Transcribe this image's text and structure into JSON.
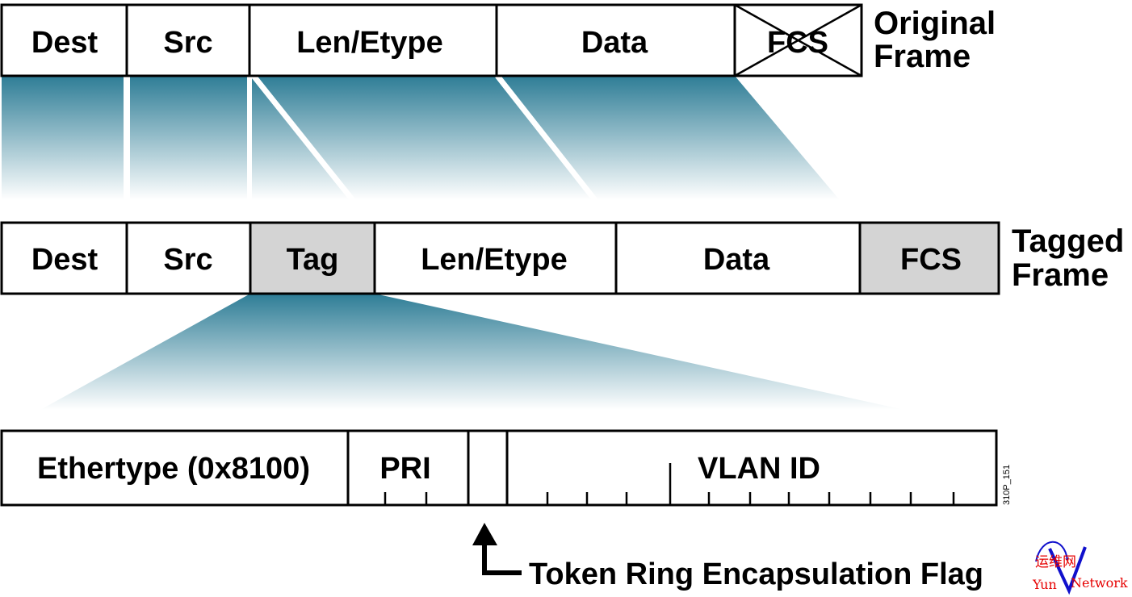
{
  "original_frame": {
    "label_line1": "Original",
    "label_line2": "Frame",
    "fields": [
      "Dest",
      "Src",
      "Len/Etype",
      "Data",
      "FCS"
    ],
    "removed_field": "FCS"
  },
  "tagged_frame": {
    "label_line1": "Tagged",
    "label_line2": "Frame",
    "fields": [
      "Dest",
      "Src",
      "Tag",
      "Len/Etype",
      "Data",
      "FCS"
    ],
    "highlighted_fields": [
      "Tag",
      "FCS"
    ]
  },
  "tag_detail": {
    "fields": [
      "Ethertype (0x8100)",
      "PRI",
      "",
      "VLAN ID"
    ]
  },
  "pointer_label": "Token Ring Encapsulation Flag",
  "figure_id": "310P_151",
  "watermark": {
    "chinese": "运维网",
    "latin_prefix": "Yun",
    "latin_suffix": "Network"
  },
  "colors": {
    "projection": "#2e7d96",
    "shaded_field": "#d4d4d4",
    "watermark_red": "#e60000",
    "watermark_blue": "#1010cc"
  }
}
